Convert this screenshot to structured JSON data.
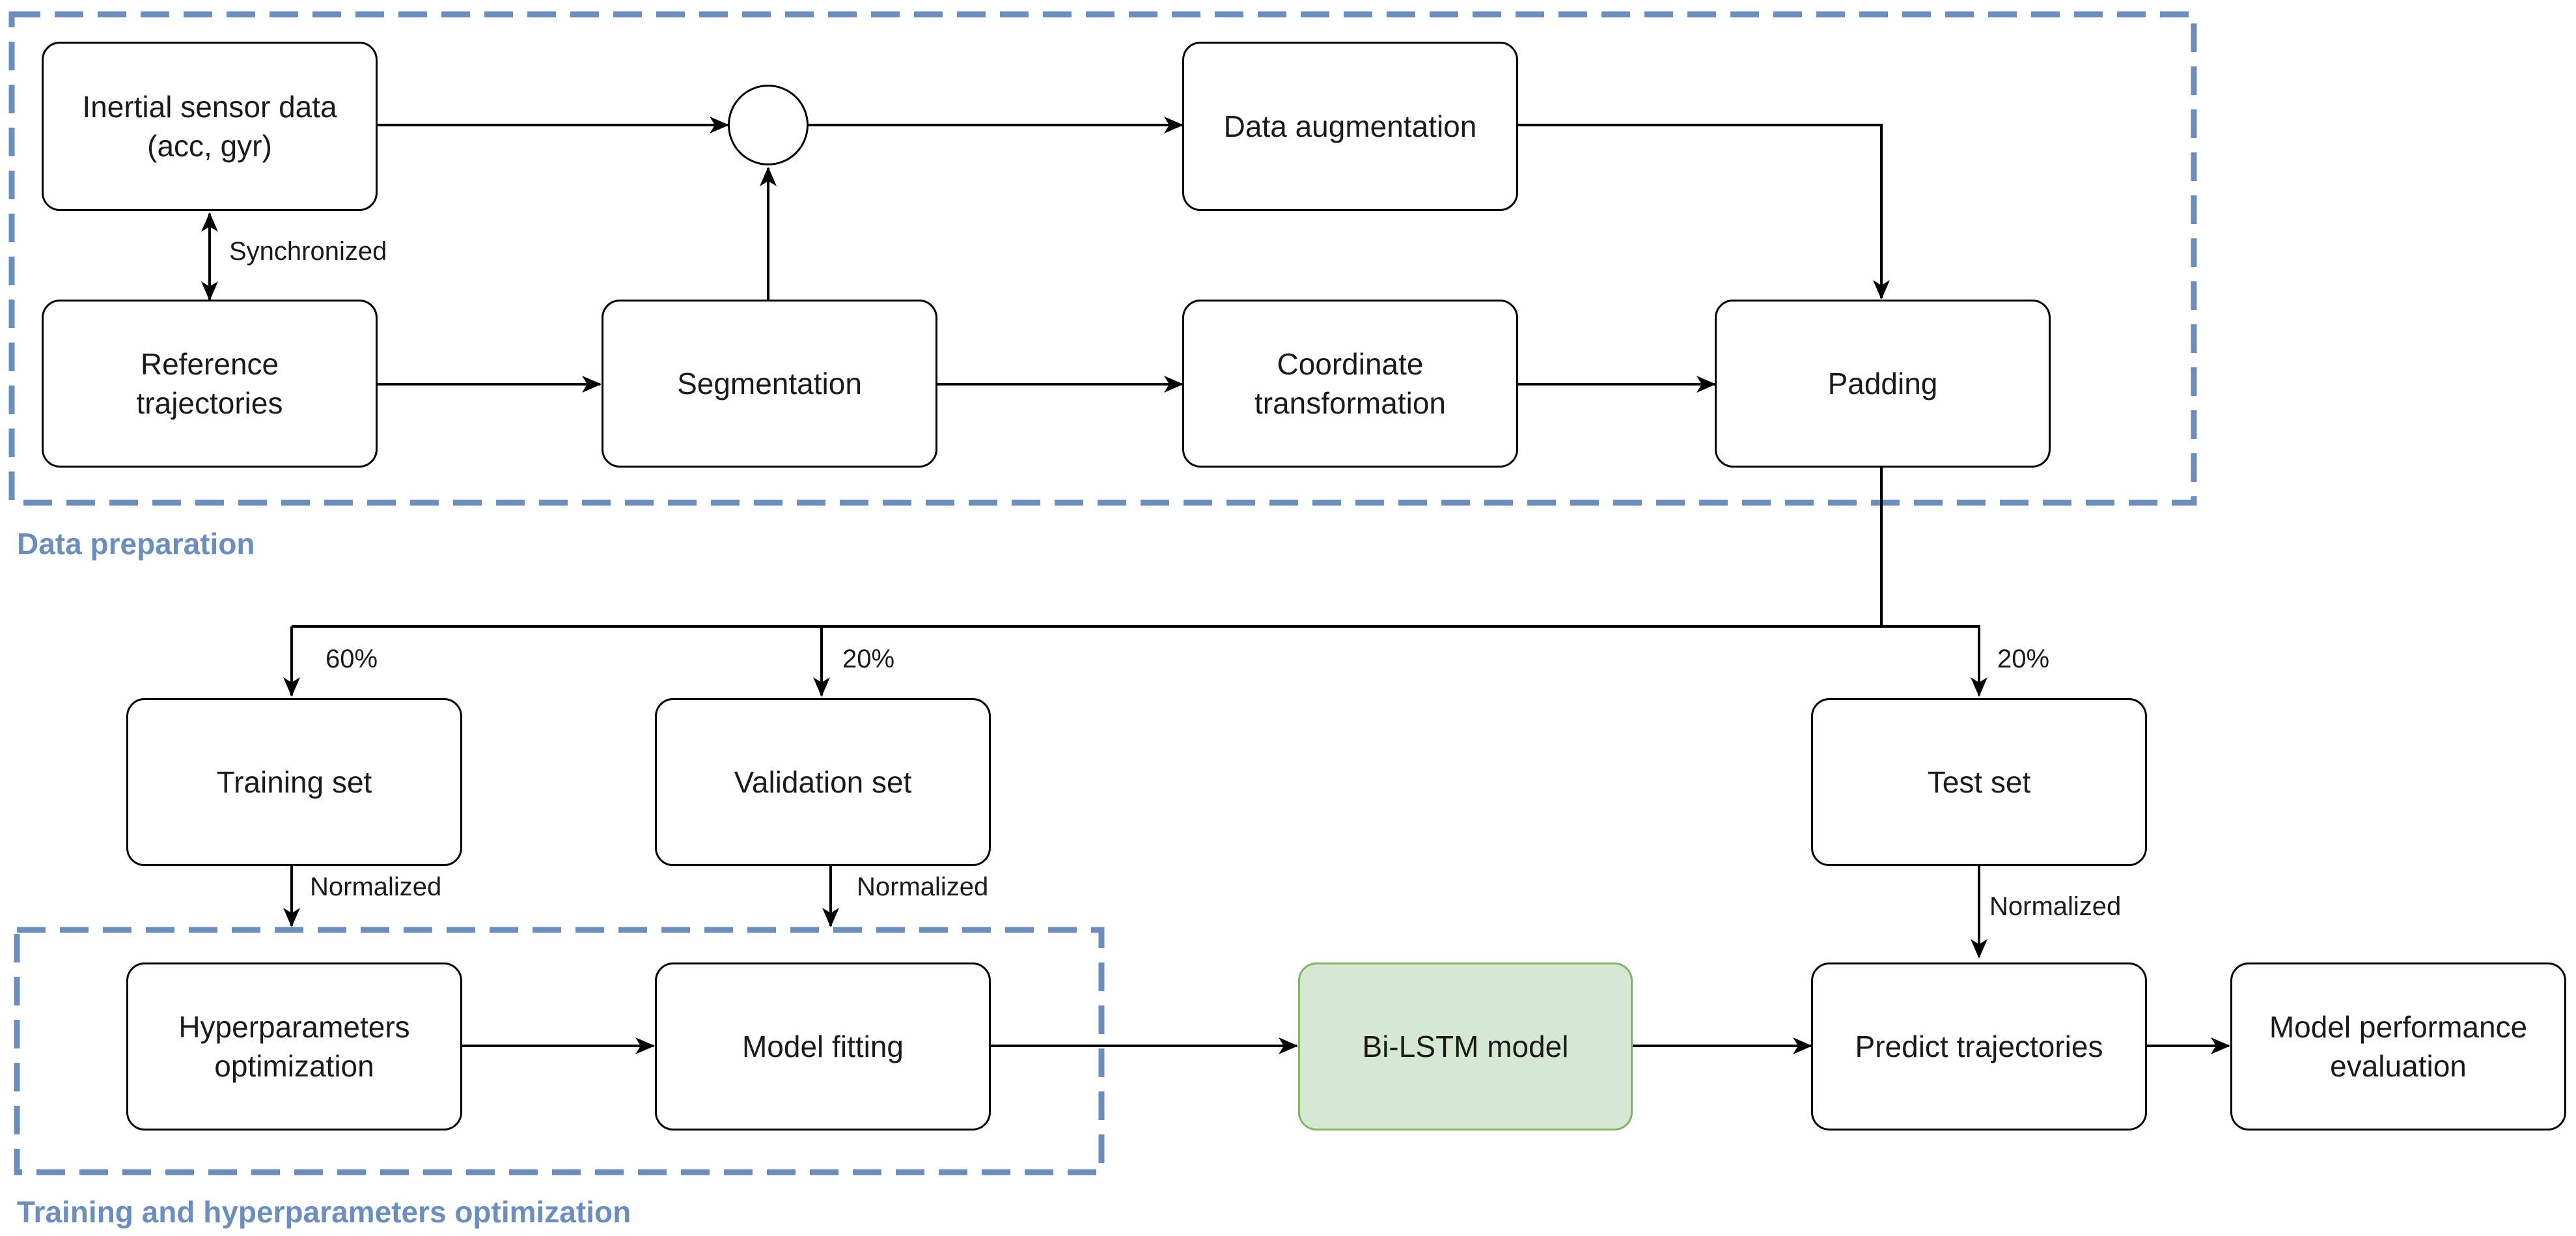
{
  "colors": {
    "group_border": "#6c8ebf",
    "group_label": "#6c8ebf",
    "model_fill": "#d5e8d4",
    "model_border": "#82b366",
    "stroke": "#000000"
  },
  "groups": {
    "data_preparation": "Data preparation",
    "training": "Training and hyperparameters optimization"
  },
  "nodes": {
    "inertial": "Inertial sensor data\n(acc, gyr)",
    "reference": "Reference\ntrajectories",
    "segmentation": "Segmentation",
    "augmentation": "Data augmentation",
    "coordinate": "Coordinate\ntransformation",
    "padding": "Padding",
    "training_set": "Training set",
    "validation_set": "Validation set",
    "test_set": "Test set",
    "hyperparameters": "Hyperparameters\noptimization",
    "model_fitting": "Model fitting",
    "bilstm": "Bi-LSTM model",
    "predict": "Predict trajectories",
    "evaluation": "Model performance\nevaluation"
  },
  "edge_labels": {
    "synchronized": "Synchronized",
    "split_train": "60%",
    "split_val": "20%",
    "split_test": "20%",
    "normalized_train": "Normalized",
    "normalized_val": "Normalized",
    "normalized_test": "Normalized"
  }
}
